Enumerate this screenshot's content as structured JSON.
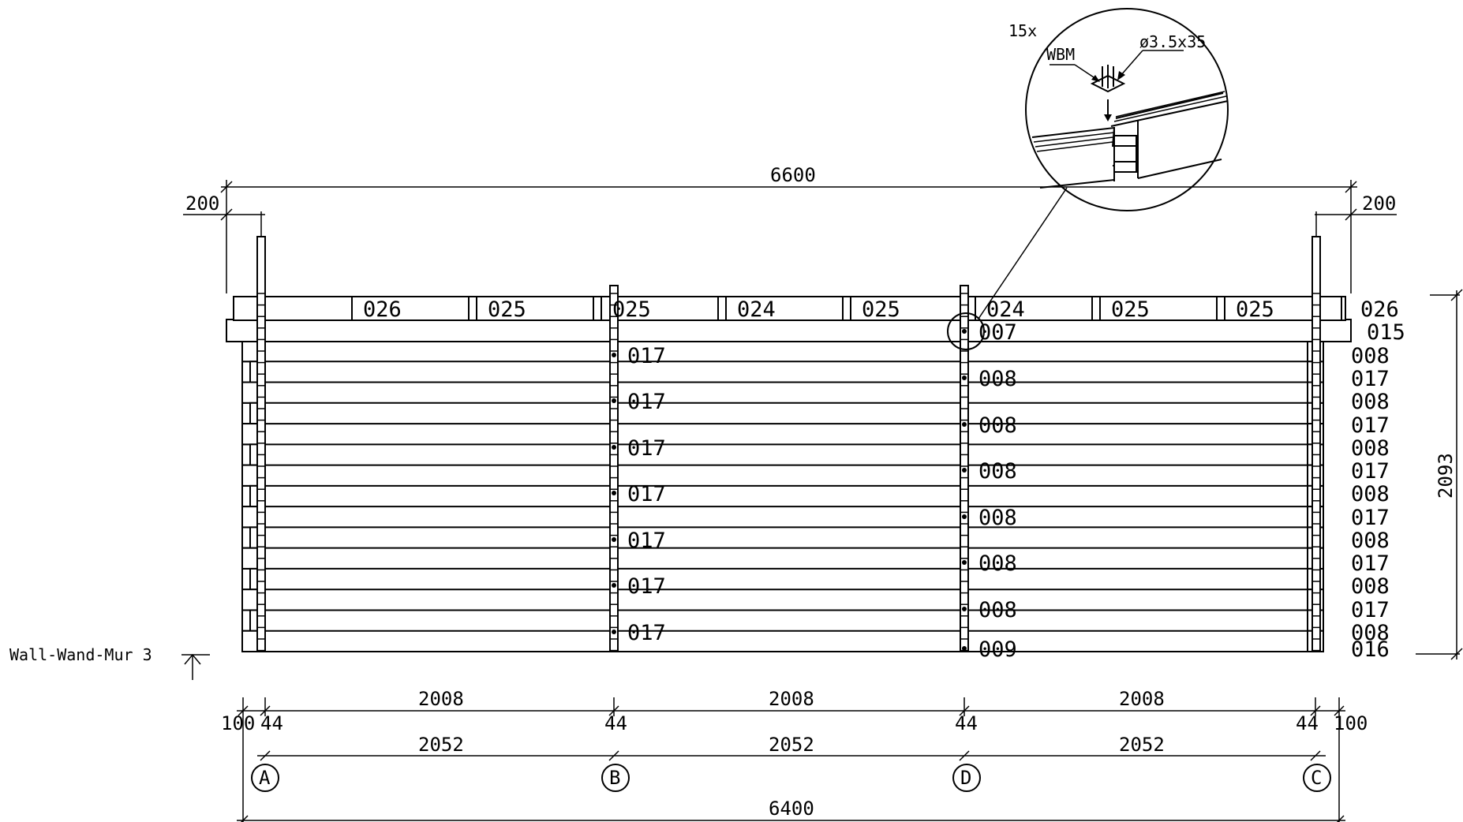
{
  "drawing": {
    "wall_label": "Wall-Wand-Mur 3",
    "detail": {
      "count": "15x",
      "fastener_label": "WBM",
      "screw_label": "ø3.5x35"
    },
    "top_rail_tags": [
      "026",
      "025",
      "025",
      "024",
      "025",
      "024",
      "025",
      "025"
    ],
    "right_column_tags": [
      "026",
      "015",
      "008",
      "017",
      "008",
      "017",
      "008",
      "017",
      "008",
      "017",
      "008",
      "017",
      "008",
      "017",
      "008",
      "016"
    ],
    "post_b_tags": [
      "017",
      "017",
      "017",
      "017",
      "017",
      "017",
      "017"
    ],
    "post_d_tags": [
      "007",
      "008",
      "008",
      "008",
      "008",
      "008",
      "008",
      "009"
    ],
    "dimensions": {
      "overall_top": "6600",
      "overhang_left": "200",
      "overhang_right": "200",
      "height": "2093",
      "spans": [
        "2008",
        "2008",
        "2008"
      ],
      "post_thickness": [
        "44",
        "44",
        "44",
        "44"
      ],
      "edge_left": "100",
      "edge_right": "100",
      "axis_spans": [
        "2052",
        "2052",
        "2052"
      ],
      "overall_bottom": "6400"
    },
    "axes": [
      "A",
      "B",
      "D",
      "C"
    ]
  }
}
